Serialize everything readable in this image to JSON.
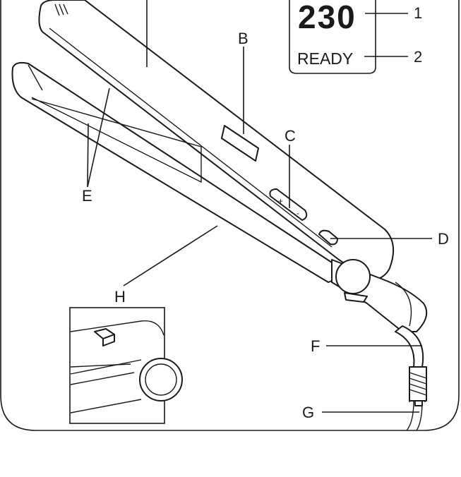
{
  "display": {
    "temperature": "230",
    "status": "READY"
  },
  "callouts": {
    "B": "B",
    "C": "C",
    "D": "D",
    "E": "E",
    "F": "F",
    "G": "G",
    "H": "H",
    "n1": "1",
    "n2": "2"
  },
  "buttons": {
    "plus": "+",
    "minus": "-"
  }
}
